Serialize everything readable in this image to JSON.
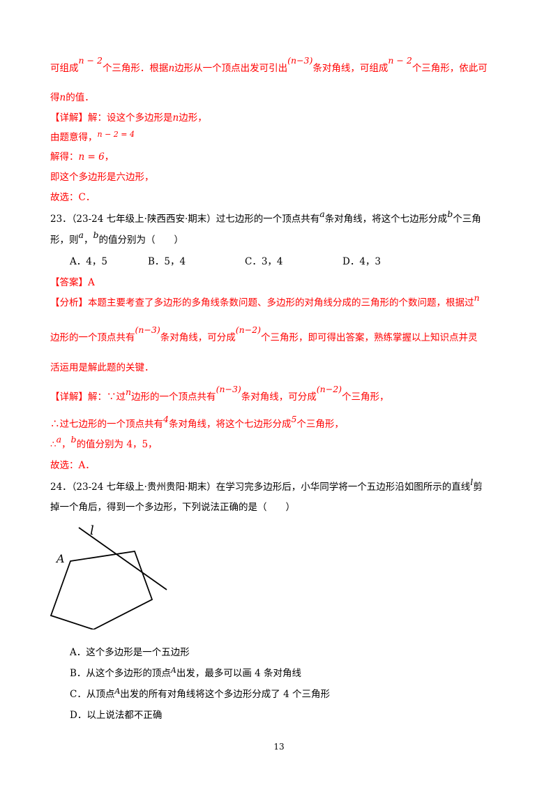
{
  "top": {
    "l1_a": "可组成",
    "l1_n2": "n − 2",
    "l1_b": "个三角形．根据",
    "l1_n": "n",
    "l1_c": "边形从一个顶点出发可引出",
    "l1_n3": "(n−3)",
    "l1_d": "条对角线，可组成",
    "l1_n2b": "n − 2",
    "l1_e": "个三角形，依此可",
    "l2_a": "得",
    "l2_n": "n",
    "l2_b": "的值．",
    "detail_tag": "【详解】",
    "detail_a": "解：设这个多边形是",
    "detail_n": "n",
    "detail_b": "边形，",
    "eq_label": "由题意得，",
    "eq": "n − 2 = 4",
    "solve_label": "解得：",
    "solve": "n = 6",
    "solve_end": "，",
    "conclusion": "即这个多边形是六边形，",
    "choice": "故选：C．"
  },
  "q23": {
    "num": "23．",
    "src": "（23-24 七年级上·陕西西安·期末）过七边形的一个顶点共有",
    "a": "a",
    "mid": "条对角线，将这个七边形分成",
    "b": "b",
    "end": "个三角",
    "l2_a": "形，则",
    "l2_va": "a",
    "l2_sep": "，",
    "l2_vb": "b",
    "l2_b": "的值分别为（　　）",
    "options": [
      "A．4，5",
      "B．5，4",
      "C．3，4",
      "D．4，3"
    ],
    "answer_tag": "【答案】",
    "answer": "A",
    "analysis_tag": "【分析】",
    "analysis_a": "本题主要考查了多边形的多角线条数问题、多边形的对角线分成的三角形的个数问题，根据过",
    "analysis_n": "n",
    "analysis_b1": "边形的一个顶点共有",
    "analysis_n3": "(n−3)",
    "analysis_b2": "条对角线，可分成",
    "analysis_n2": "(n−2)",
    "analysis_b3": "个三角形，即可得出答案，熟练掌握以上知识点并灵",
    "analysis_c": "活运用是解此题的关键．",
    "detail_tag": "【详解】",
    "detail_a": "解：∵过",
    "detail_n": "n",
    "detail_b": "边形的一个顶点共有",
    "detail_n3": "(n−3)",
    "detail_c": "条对角线，可分成",
    "detail_n2": "(n−2)",
    "detail_d": "个三角形，",
    "therefore1_a": "∴过七边形的一个顶点共有",
    "therefore1_4": "4",
    "therefore1_b": "条对角线，将这个七边形分成",
    "therefore1_5": "5",
    "therefore1_c": "个三角形，",
    "therefore2_a": "∴",
    "therefore2_va": "a",
    "therefore2_sep": "，",
    "therefore2_vb": "b",
    "therefore2_b": "的值分别为 4，5，",
    "choice": "故选：A．"
  },
  "q24": {
    "num": "24．",
    "src": "（23-24 七年级上·贵州贵阳·期末）在学习完多边形后，小华同学将一个五边形沿如图所示的直线",
    "l": "l",
    "end": "剪",
    "l2": "掉一个角后，得到一个多边形，下列说法正确的是（　　）",
    "fig_A": "A",
    "fig_l": "l",
    "optA": "A．这个多边形是一个五边形",
    "optB_a": "B．从这个多边形的顶点",
    "optB_A": "A",
    "optB_b": "出发，最多可以画 4 条对角线",
    "optC_a": "C．从顶点",
    "optC_A": "A",
    "optC_b": "出发的所有对角线将这个多边形分成了 4 个三角形",
    "optD": "D．以上说法都不正确"
  },
  "page_number": "13"
}
